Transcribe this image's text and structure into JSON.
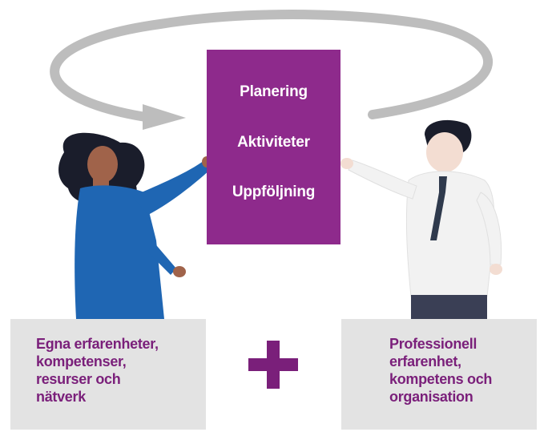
{
  "board": {
    "items": [
      "Planering",
      "Aktiviteter",
      "Uppföljning"
    ]
  },
  "left_box": {
    "lines": [
      "Egna erfarenheter,",
      "kompetenser,",
      "resurser och",
      "nätverk"
    ]
  },
  "right_box": {
    "lines": [
      "Professionell",
      "erfarenhet,",
      "kompetens och",
      "organisation"
    ]
  },
  "colors": {
    "accent_purple": "#8e2a8c",
    "text_purple": "#7a1f7a",
    "box_gray": "#e3e3e3",
    "arrow_gray": "#bdbdbd",
    "woman_dress": "#1f66b3",
    "man_shirt": "#f2f2f2",
    "man_tie": "#2f3a4d"
  },
  "icons": {
    "plus": "plus-icon",
    "cycle": "cycle-arrow-icon"
  }
}
